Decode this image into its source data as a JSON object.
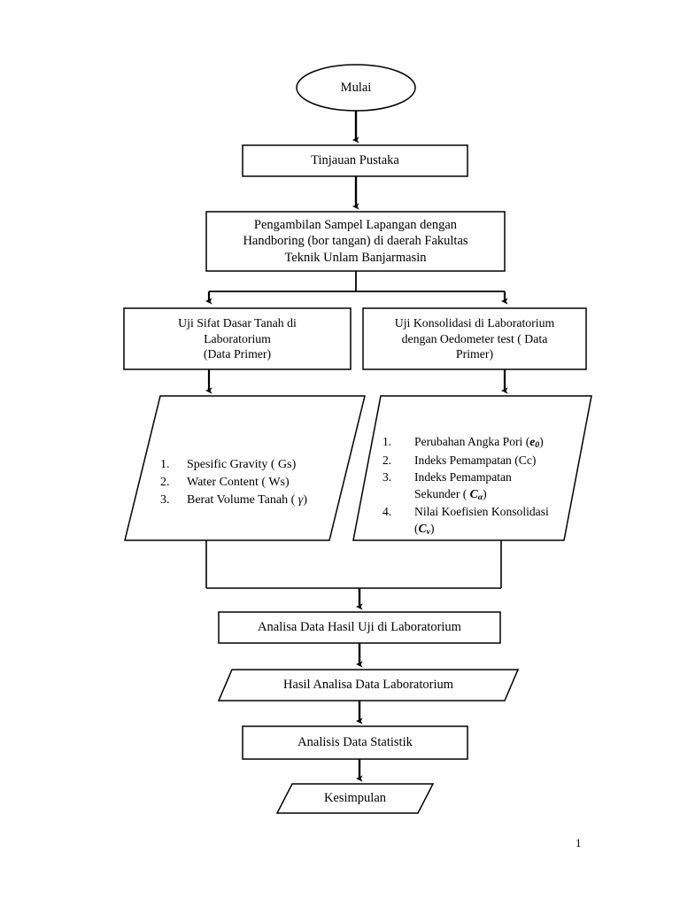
{
  "document": {
    "type": "flowchart",
    "language": "Indonesian",
    "page_number": "1",
    "line_color": "#000000",
    "fill_color": "#ffffff",
    "text_color": "#000000"
  },
  "nodes": {
    "start": {
      "shape": "ellipse",
      "label": "Mulai"
    },
    "tinjauan": {
      "shape": "rectangle",
      "label": "Tinjauan Pustaka"
    },
    "pengambilan": {
      "shape": "rectangle",
      "label": "Pengambilan Sampel Lapangan dengan\nHandboring (bor tangan) di daerah Fakultas\nTeknik Unlam Banjarmasin"
    },
    "uji_sifat": {
      "shape": "rectangle",
      "label": "Uji Sifat Dasar Tanah di\nLaboratorium\n(Data Primer)"
    },
    "uji_konsolidasi": {
      "shape": "rectangle",
      "label": "Uji Konsolidasi di Laboratorium\ndengan Oedometer test ( Data\nPrimer)"
    },
    "hasil_sifat": {
      "shape": "parallelogram",
      "items": [
        {
          "num": "1.",
          "text_pre": "Spesific Gravity (  Gs)"
        },
        {
          "num": "2.",
          "text_pre": "Water Content ( Ws)"
        },
        {
          "num": "3.",
          "text_pre": "Berat Volume Tanah ( ",
          "symbol": "γ",
          "text_post": ")"
        }
      ]
    },
    "hasil_konsolidasi": {
      "shape": "parallelogram",
      "items": [
        {
          "num": "1.",
          "text_pre": "Perubahan Angka Pori (",
          "symbol": "e",
          "sub": "0",
          "text_post": ")"
        },
        {
          "num": "2.",
          "text_pre": "Indeks Pemampatan (Cc)"
        },
        {
          "num": "3.",
          "text_pre": "Indeks Pemampatan\nSekunder ( ",
          "symbol": "C",
          "sub": "α",
          "text_post": ")"
        },
        {
          "num": "4.",
          "text_pre": "Nilai Koefisien Konsolidasi\n(",
          "symbol": "C",
          "sub": "v",
          "text_post": ")"
        }
      ]
    },
    "analisa_data": {
      "shape": "rectangle",
      "label": "Analisa Data Hasil Uji di Laboratorium"
    },
    "hasil_analisa": {
      "shape": "parallelogram",
      "label": "Hasil Analisa Data Laboratorium"
    },
    "analisis_statistik": {
      "shape": "rectangle",
      "label": "Analisis Data Statistik"
    },
    "kesimpulan": {
      "shape": "parallelogram",
      "label": "Kesimpulan"
    }
  },
  "connectors": [
    {
      "from": "start",
      "to": "tinjauan",
      "type": "arrow-down"
    },
    {
      "from": "tinjauan",
      "to": "pengambilan",
      "type": "arrow-down"
    },
    {
      "from": "pengambilan",
      "to": "uji_sifat",
      "type": "split-arrow-down-left"
    },
    {
      "from": "pengambilan",
      "to": "uji_konsolidasi",
      "type": "split-arrow-down-right"
    },
    {
      "from": "uji_sifat",
      "to": "hasil_sifat",
      "type": "arrow-down"
    },
    {
      "from": "uji_konsolidasi",
      "to": "hasil_konsolidasi",
      "type": "arrow-down"
    },
    {
      "from": "hasil_sifat",
      "to": "analisa_data",
      "type": "merge-arrow-down"
    },
    {
      "from": "hasil_konsolidasi",
      "to": "analisa_data",
      "type": "merge-arrow-down"
    },
    {
      "from": "analisa_data",
      "to": "hasil_analisa",
      "type": "arrow-down"
    },
    {
      "from": "hasil_analisa",
      "to": "analisis_statistik",
      "type": "arrow-down"
    },
    {
      "from": "analisis_statistik",
      "to": "kesimpulan",
      "type": "arrow-down"
    }
  ]
}
